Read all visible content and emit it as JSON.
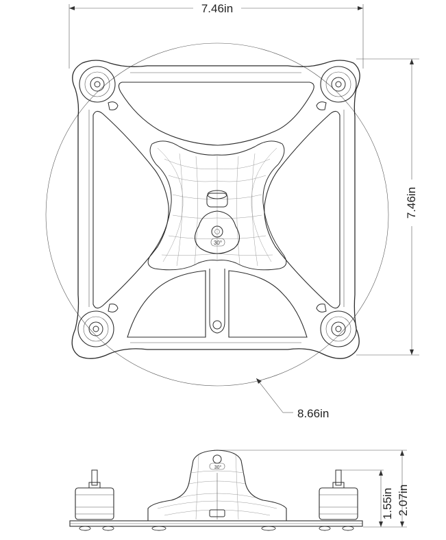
{
  "drawing": {
    "top_view": {
      "width_label": "7.46in",
      "height_label": "7.46in",
      "diameter_label": "8.66in",
      "camera_badge": "30°"
    },
    "side_view": {
      "height_total_label": "2.07in",
      "height_motor_label": "1.55in",
      "camera_badge": "30°"
    }
  }
}
